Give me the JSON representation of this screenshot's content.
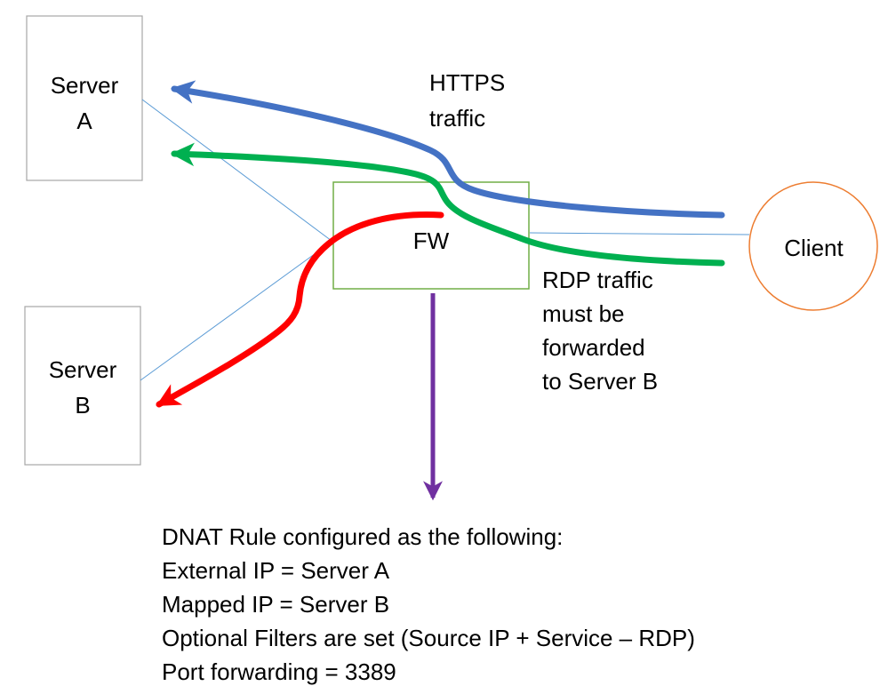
{
  "nodes": {
    "server_a": {
      "lines": [
        "Server",
        "A"
      ]
    },
    "server_b": {
      "lines": [
        "Server",
        "B"
      ]
    },
    "firewall": {
      "label": "FW"
    },
    "client": {
      "label": "Client"
    }
  },
  "labels": {
    "https": {
      "lines": [
        "HTTPS",
        "traffic"
      ]
    },
    "rdp": {
      "lines": [
        "RDP traffic",
        "must be",
        "forwarded",
        "to Server B"
      ]
    },
    "dnat": {
      "lines": [
        "DNAT Rule configured as the following:",
        "External IP = Server A",
        "Mapped IP = Server B",
        "Optional Filters are set (Source IP + Service – RDP)",
        "Port forwarding = 3389"
      ]
    }
  },
  "colors": {
    "https_arrow": "#4472C4",
    "rdp_arrow": "#00B050",
    "forward_arrow": "#FF0000",
    "dnat_arrow": "#7030A0",
    "firewall_border": "#70AD47",
    "client_border": "#ED7D31",
    "server_border": "#A6A6A6",
    "connector_line": "#5B9BD5"
  }
}
